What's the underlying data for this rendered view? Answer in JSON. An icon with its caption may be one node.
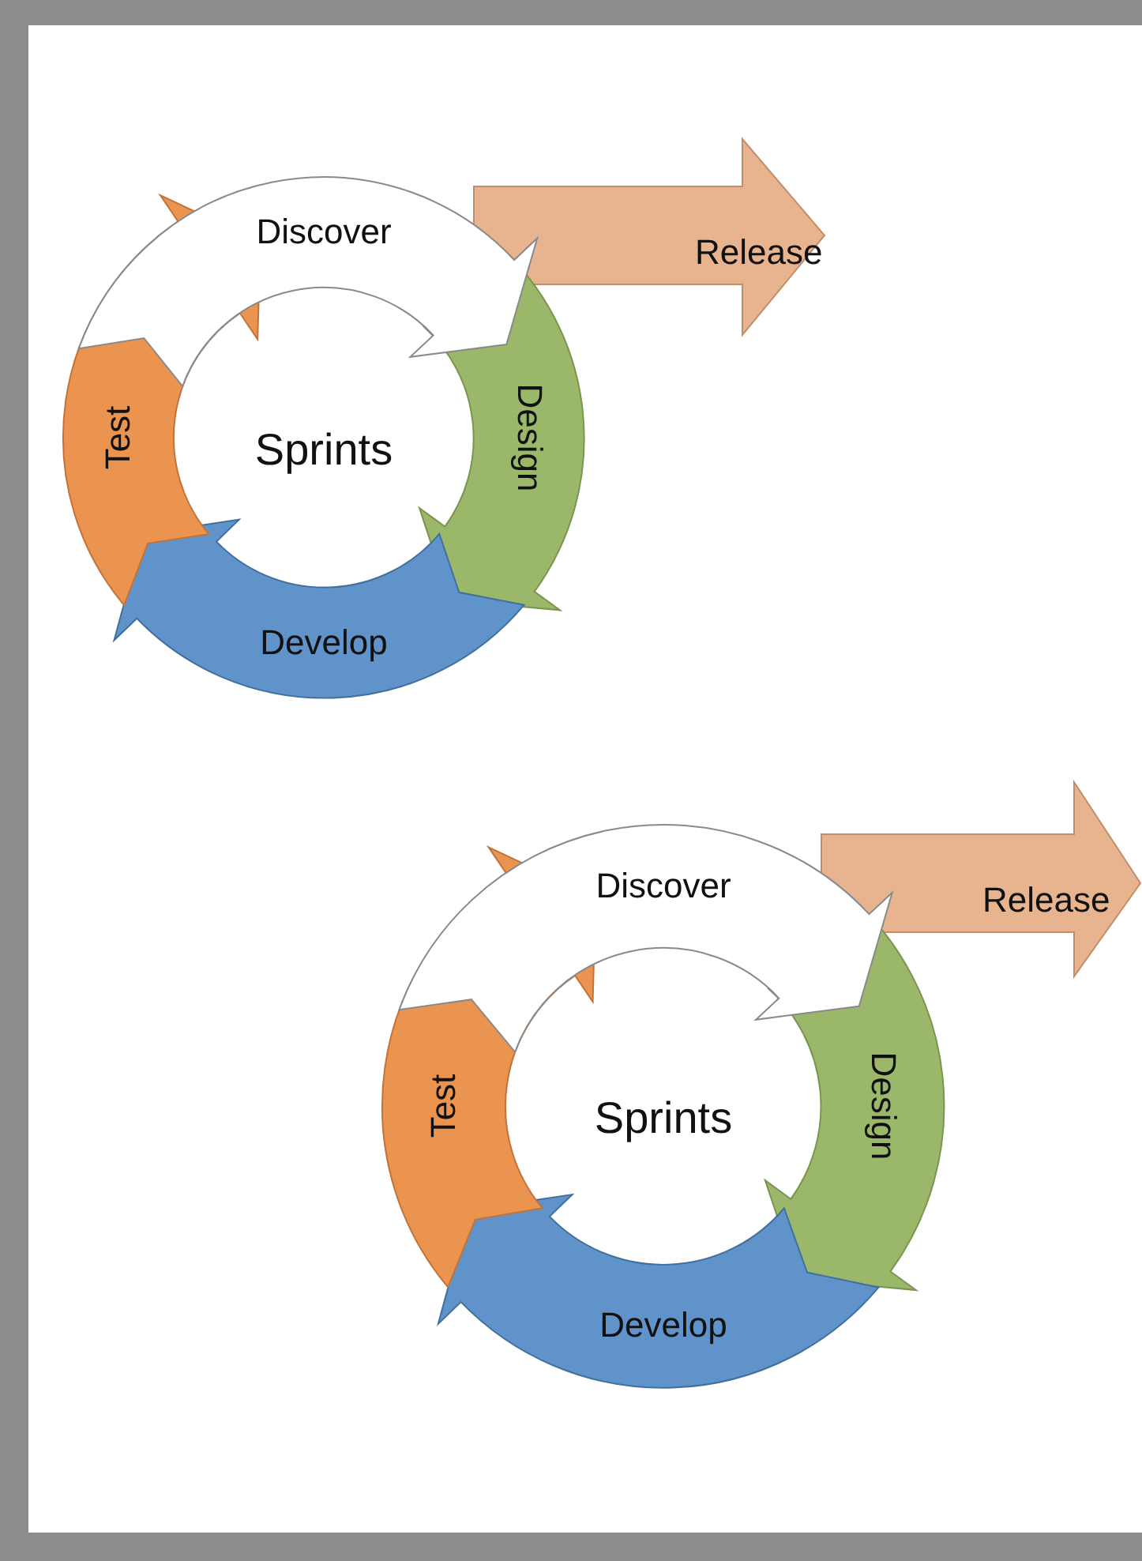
{
  "diagram": {
    "nodes": [
      {
        "text": [
          "Discover"
        ]
      },
      {
        "text": [
          "Release"
        ]
      },
      {
        "text": [
          "Test"
        ]
      },
      {
        "text": [
          "Design"
        ]
      },
      {
        "text": [
          "Develop"
        ]
      },
      {
        "text": [
          "Discover"
        ]
      },
      {
        "text": [
          "Release"
        ]
      },
      {
        "text": [
          "Test"
        ]
      },
      {
        "text": [
          "Design"
        ]
      },
      {
        "text": [
          "Develop"
        ]
      }
    ],
    "labels": [
      "Sprints",
      "Sprints"
    ]
  }
}
